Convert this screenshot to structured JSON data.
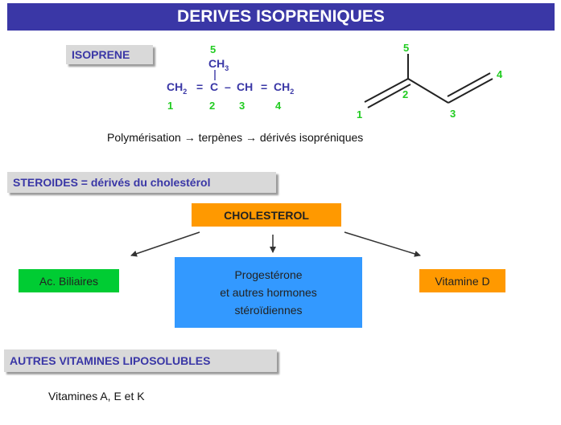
{
  "title": "DERIVES ISOPRENIQUES",
  "isoprene": {
    "label": "ISOPRENE",
    "ch3": "CH",
    "ch3_sub": "3",
    "ch2_left": "CH",
    "ch2_left_sub": "2",
    "eq1": "=",
    "c": "C",
    "dash": "–",
    "ch": "CH",
    "eq2": "=",
    "ch2_right": "CH",
    "ch2_right_sub": "2",
    "numbers": {
      "n1": "1",
      "n2": "2",
      "n3": "3",
      "n4": "4",
      "n5": "5"
    },
    "skeletal_numbers": {
      "n1": "1",
      "n2": "2",
      "n3": "3",
      "n4": "4",
      "n5": "5"
    }
  },
  "polymerisation": "Polymérisation → terpènes → dérivés isopréniques",
  "steroides": {
    "label": "STEROIDES = dérivés du cholestérol",
    "cholesterol": "CHOLESTEROL",
    "ac_biliaires": "Ac. Biliaires",
    "progesterone_lines": [
      "Progestérone",
      "et autres hormones",
      "stéroïdiennes"
    ],
    "vitamine_d": "Vitamine D"
  },
  "autres": {
    "label": "AUTRES VITAMINES LIPOSOLUBLES",
    "text": "Vitamines A, E et K"
  },
  "colors": {
    "title_bg": "#3a37a6",
    "formula_text": "#3a37a6",
    "numbers": "#22cc22",
    "cholesterol_bg": "#ff9900",
    "biliaires_bg": "#00cc33",
    "progesterone_bg": "#3399ff",
    "vitamine_d_bg": "#ff9900",
    "tag_bg": "#d9d9d9"
  }
}
